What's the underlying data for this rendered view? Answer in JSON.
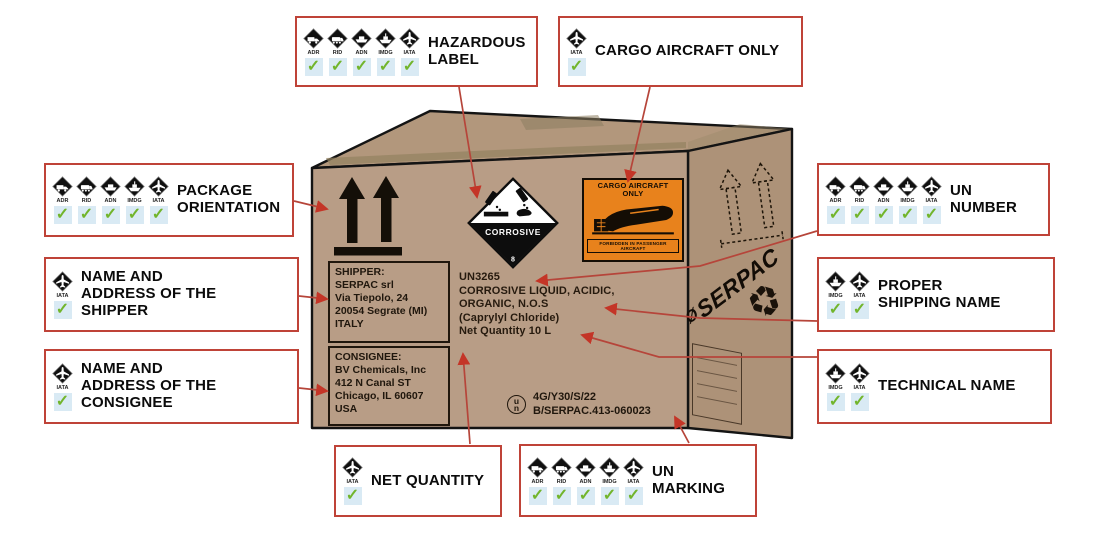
{
  "colors": {
    "callout_border": "#bf4338",
    "connector_red": "#b6453a",
    "arrowhead_red": "#c43527",
    "box_front": "#b89d86",
    "box_top": "#b2977c",
    "box_right": "#ad9278",
    "cargo_label_orange": "#e8821c",
    "check_green": "#72b52c",
    "check_bg": "#d9eaf4"
  },
  "icons": {
    "check": "✓",
    "recycle": "♻",
    "brand_glyph": "Ø"
  },
  "transport_mode_glyphs": {
    "ADR": "truck",
    "RID": "train",
    "ADN": "barge",
    "IMDG": "ship",
    "IATA": "plane"
  },
  "callouts": [
    {
      "id": "hazardous-label",
      "label": "HAZARDOUS LABEL",
      "modes": [
        "ADR",
        "RID",
        "ADN",
        "IMDG",
        "IATA"
      ]
    },
    {
      "id": "cargo-aircraft-only",
      "label": "CARGO AIRCRAFT ONLY",
      "modes": [
        "IATA"
      ]
    },
    {
      "id": "package-orientation",
      "label": "PACKAGE ORIENTATION",
      "modes": [
        "ADR",
        "RID",
        "ADN",
        "IMDG",
        "IATA"
      ]
    },
    {
      "id": "shipper-address",
      "label": "NAME AND ADDRESS OF THE SHIPPER",
      "modes": [
        "IATA"
      ]
    },
    {
      "id": "consignee-address",
      "label": "NAME AND ADDRESS OF THE CONSIGNEE",
      "modes": [
        "IATA"
      ]
    },
    {
      "id": "un-number",
      "label": "UN NUMBER",
      "modes": [
        "ADR",
        "RID",
        "ADN",
        "IMDG",
        "IATA"
      ]
    },
    {
      "id": "proper-shipping-name",
      "label": "PROPER SHIPPING NAME",
      "modes": [
        "IMDG",
        "IATA"
      ]
    },
    {
      "id": "technical-name",
      "label": "TECHNICAL NAME",
      "modes": [
        "IMDG",
        "IATA"
      ]
    },
    {
      "id": "net-quantity",
      "label": "NET QUANTITY",
      "modes": [
        "IATA"
      ]
    },
    {
      "id": "un-marking",
      "label": "UN MARKING",
      "modes": [
        "ADR",
        "RID",
        "ADN",
        "IMDG",
        "IATA"
      ]
    }
  ],
  "box": {
    "shipper": {
      "title": "SHIPPER:",
      "lines": [
        "SERPAC srl",
        "Via Tiepolo, 24",
        "20054 Segrate (MI)",
        "ITALY"
      ]
    },
    "consignee": {
      "title": "CONSIGNEE:",
      "lines": [
        "BV Chemicals, Inc",
        "412 N Canal ST",
        "Chicago, IL 60607",
        "USA"
      ]
    },
    "shipping_marks": {
      "display_lines": [
        "UN3265",
        "CORROSIVE LIQUID, ACIDIC,",
        "ORGANIC, N.O.S",
        "(Caprylyl Chloride)",
        "Net Quantity 10 L"
      ]
    },
    "hazard_label": {
      "text": "CORROSIVE",
      "class_number": "8"
    },
    "cargo_aircraft_label": {
      "title": "CARGO AIRCRAFT ONLY",
      "footer": "FORBIDDEN IN PASSENGER AIRCRAFT"
    },
    "un_marking": {
      "symbol_u": "u",
      "symbol_n": "n",
      "line1": "4G/Y30/S/22",
      "line2": "B/SERPAC.413-060023"
    },
    "brand": "SERPAC"
  }
}
